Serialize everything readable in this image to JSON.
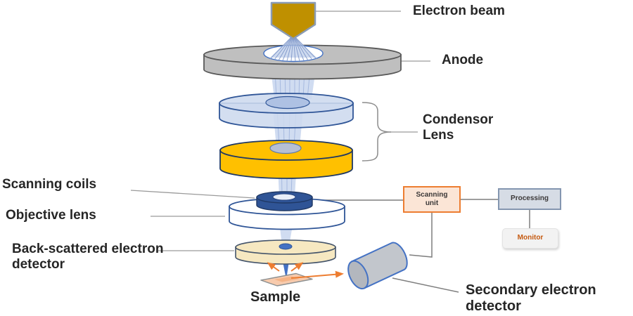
{
  "labels": {
    "electron_beam": "Electron beam",
    "anode": "Anode",
    "condensor_lens": "Condensor Lens",
    "scanning_coils": "Scanning coils",
    "objective_lens": "Objective lens",
    "back_scattered": "Back-scattered electron detector",
    "sample": "Sample",
    "secondary_detector": "Secondary electron detector"
  },
  "boxes": {
    "scanning_unit": "Scanning unit",
    "processing": "Processing",
    "monitor": "Monitor"
  },
  "colors": {
    "gun": "#bf9000",
    "gun_stroke": "#8a9bb4",
    "anode": "#bfbfbf",
    "anode_stroke": "#595959",
    "beam_light": "#cbd8ef",
    "beam_stripe": "#9fb4dc",
    "beam_dark": "#4472c4",
    "disk1": "#cdd9ee",
    "disk2": "#ffc000",
    "blue_stroke": "#2f5597",
    "navy_stroke": "#1f3864",
    "coil": "#2f5496",
    "objective": "#ffffff",
    "bsd": "#f6e8c1",
    "bsd_stroke": "#44546a",
    "sample": "#f8cbad",
    "sample_inner": "#f4b183",
    "detector_body": "#c2c6cc",
    "detector_face": "#b3b7be",
    "detector_stroke": "#4472c4",
    "arrow": "#ed7d31",
    "line": "#7f7f7f",
    "label": "#262626",
    "box_scanning_fill": "#fbe5d6",
    "box_scanning_border": "#ed7d31",
    "box_processing_fill": "#d6dce5",
    "box_processing_border": "#8496b0",
    "box_monitor_fill": "#f2f2f2",
    "monitor_text": "#c55a11",
    "box_text": "#3b3838"
  }
}
